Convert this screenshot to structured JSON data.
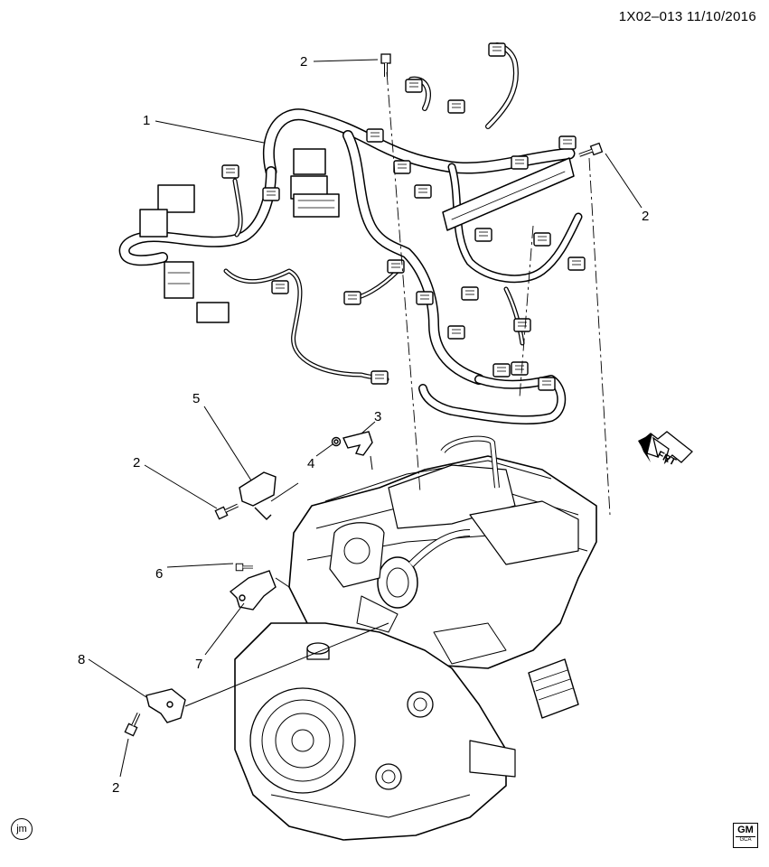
{
  "header": {
    "code": "1X02–013  11/10/2016"
  },
  "callouts": {
    "c1": "1",
    "c2_top": "2",
    "c2_right": "2",
    "c2_mid": "2",
    "c2_bottom": "2",
    "c3": "3",
    "c4": "4",
    "c5": "5",
    "c6": "6",
    "c7": "7",
    "c8": "8"
  },
  "front_arrow": {
    "label": "FRT"
  },
  "artist_mark": {
    "label": "jm"
  },
  "logo": {
    "label": "GM",
    "sub": "GCA"
  }
}
